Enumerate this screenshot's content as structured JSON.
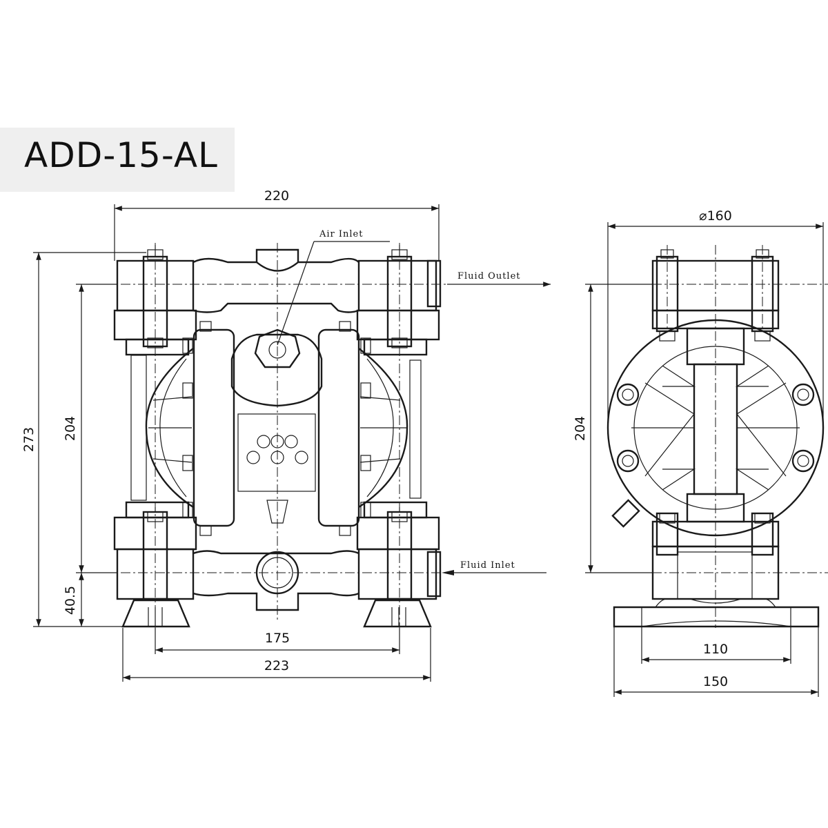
{
  "title": "ADD-15-AL",
  "front_view": {
    "labels": {
      "air_inlet": "Air Inlet",
      "fluid_outlet": "Fluid Outlet",
      "fluid_inlet": "Fluid Inlet"
    },
    "dimensions": {
      "width_top": "220",
      "height_total": "273",
      "height_ports": "204",
      "inlet_height": "40.5",
      "foot_spacing": "175",
      "foot_width": "223"
    }
  },
  "side_view": {
    "dimensions": {
      "diameter": "⌀160",
      "height_ports": "204",
      "base_inner": "110",
      "base_outer": "150"
    }
  }
}
